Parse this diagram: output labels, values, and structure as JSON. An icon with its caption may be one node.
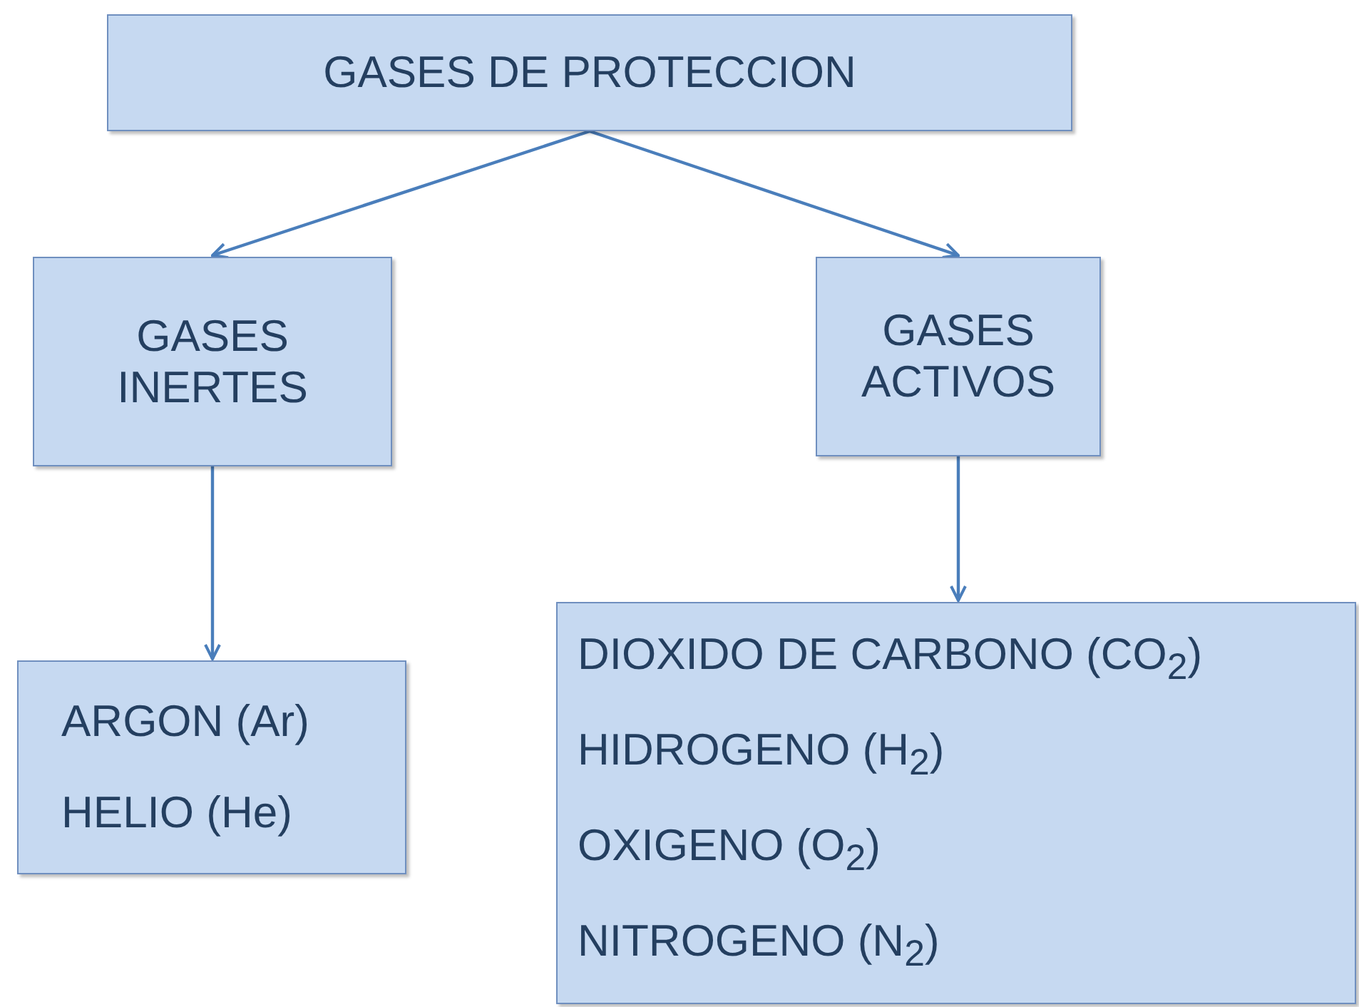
{
  "diagram": {
    "nodes": [
      {
        "text": [
          "GASES DE PROTECCION"
        ]
      },
      {
        "text": [
          "GASES INERTES"
        ]
      },
      {
        "text": [
          "GASES ACTIVOS"
        ]
      },
      {
        "text": [
          "ARGON (Ar)",
          "HELIO (He)"
        ]
      },
      {
        "text": [
          "DIOXIDO DE CARBONO (CO$_{2}$)",
          "HIDROGENO (H$_{2}$)",
          "OXIGENO (O$_{2}$)",
          "NITROGENO (N$_{2}$)"
        ]
      }
    ],
    "edges": [
      {
        "from": 0,
        "to": 1,
        "arrow": "to"
      },
      {
        "from": 0,
        "to": 2,
        "arrow": "to"
      },
      {
        "from": 1,
        "to": 3,
        "arrow": "to"
      },
      {
        "from": 2,
        "to": 4,
        "arrow": "to"
      }
    ]
  }
}
